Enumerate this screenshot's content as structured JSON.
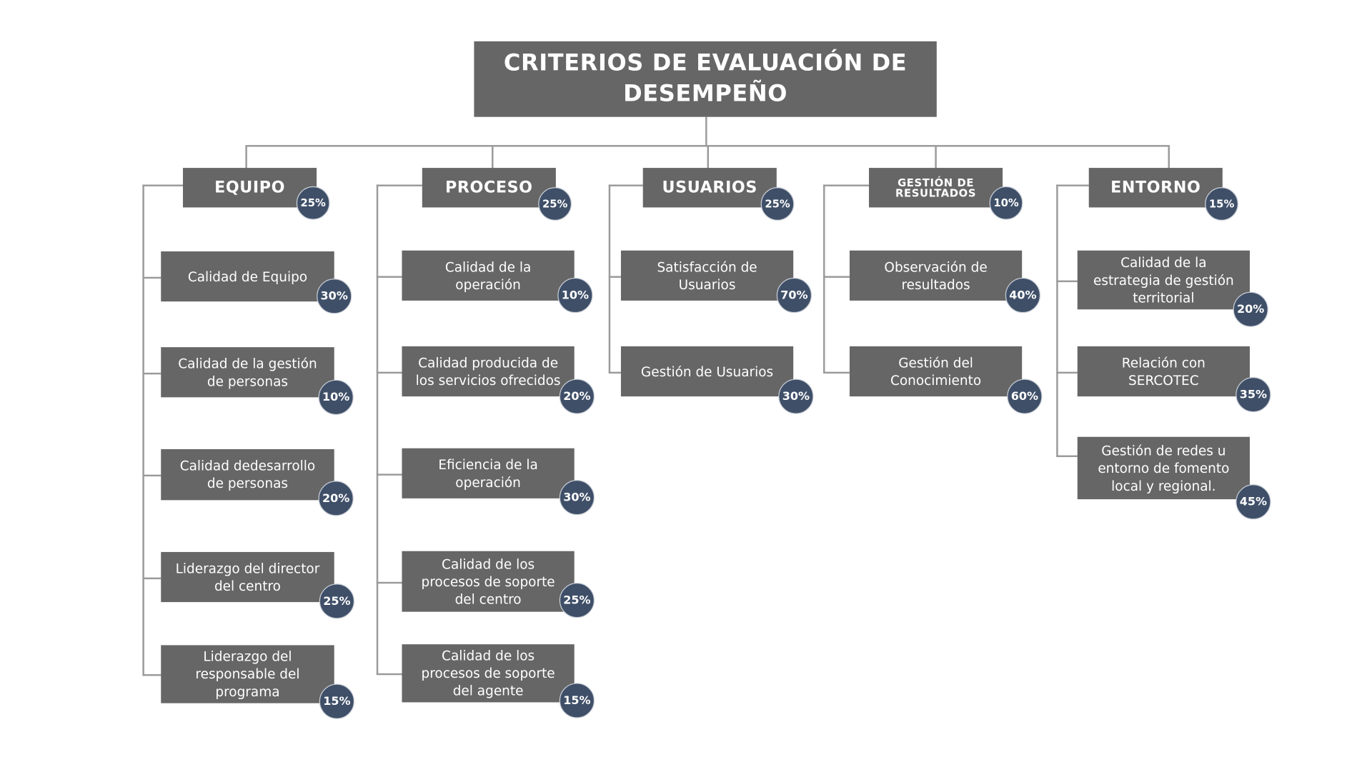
{
  "title": "CRITERIOS DE EVALUACIÓN DE DESEMPEÑO",
  "colors": {
    "box": "#666666",
    "badge": "#3f4f68",
    "connector": "#9a9a9a"
  },
  "categories": [
    {
      "label": "EQUIPO",
      "weight": "25%",
      "children": [
        {
          "label": "Calidad de Equipo",
          "weight": "30%"
        },
        {
          "label": "Calidad de la gestión de personas",
          "weight": "10%"
        },
        {
          "label": "Calidad dedesarrollo de personas",
          "weight": "20%"
        },
        {
          "label": "Liderazgo del director del centro",
          "weight": "25%"
        },
        {
          "label": "Liderazgo del responsable del programa",
          "weight": "15%"
        }
      ]
    },
    {
      "label": "PROCESO",
      "weight": "25%",
      "children": [
        {
          "label": "Calidad de la operación",
          "weight": "10%"
        },
        {
          "label": "Calidad producida de los servicios ofrecidos",
          "weight": "20%"
        },
        {
          "label": "Eficiencia de la operación",
          "weight": "30%"
        },
        {
          "label": "Calidad de los procesos de soporte del centro",
          "weight": "25%"
        },
        {
          "label": "Calidad de los procesos de soporte del agente",
          "weight": "15%"
        }
      ]
    },
    {
      "label": "USUARIOS",
      "weight": "25%",
      "children": [
        {
          "label": "Satisfacción de Usuarios",
          "weight": "70%"
        },
        {
          "label": "Gestión de Usuarios",
          "weight": "30%"
        }
      ]
    },
    {
      "label": "GESTIÓN DE RESULTADOS",
      "weight": "10%",
      "children": [
        {
          "label": "Observación de resultados",
          "weight": "40%"
        },
        {
          "label": "Gestión del Conocimiento",
          "weight": "60%"
        }
      ]
    },
    {
      "label": "ENTORNO",
      "weight": "15%",
      "children": [
        {
          "label": "Calidad de la estrategia de gestión territorial",
          "weight": "20%"
        },
        {
          "label": "Relación con SERCOTEC",
          "weight": "35%"
        },
        {
          "label": "Gestión de redes u entorno de fomento local y regional.",
          "weight": "45%"
        }
      ]
    }
  ]
}
